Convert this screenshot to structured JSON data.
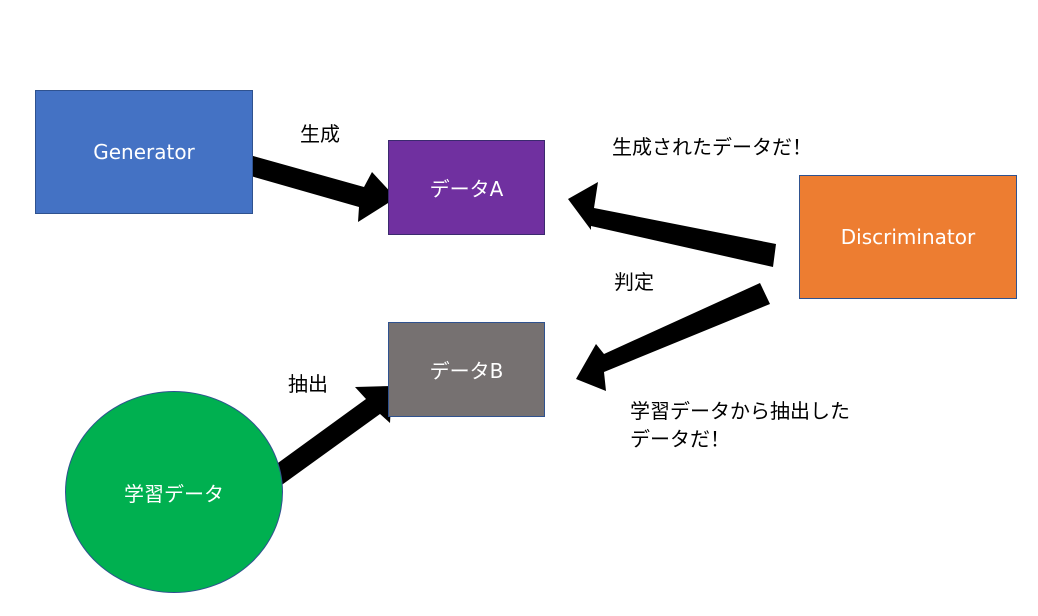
{
  "nodes": {
    "generator": {
      "label": "Generator",
      "color": "#4472c4"
    },
    "data_a": {
      "label": "データA",
      "color": "#7030a0"
    },
    "data_b": {
      "label": "データB",
      "color": "#767171"
    },
    "discriminator": {
      "label": "Discriminator",
      "color": "#ed7d31"
    },
    "learning_data": {
      "label": "学習データ",
      "color": "#00b050"
    }
  },
  "arrow_labels": {
    "generate": "生成",
    "judge": "判定",
    "extract": "抽出"
  },
  "notes": {
    "generated": "生成されたデータだ！",
    "learning_line1": "学習データから抽出した",
    "learning_line2": "データだ！"
  },
  "arrow_color": "#000000"
}
